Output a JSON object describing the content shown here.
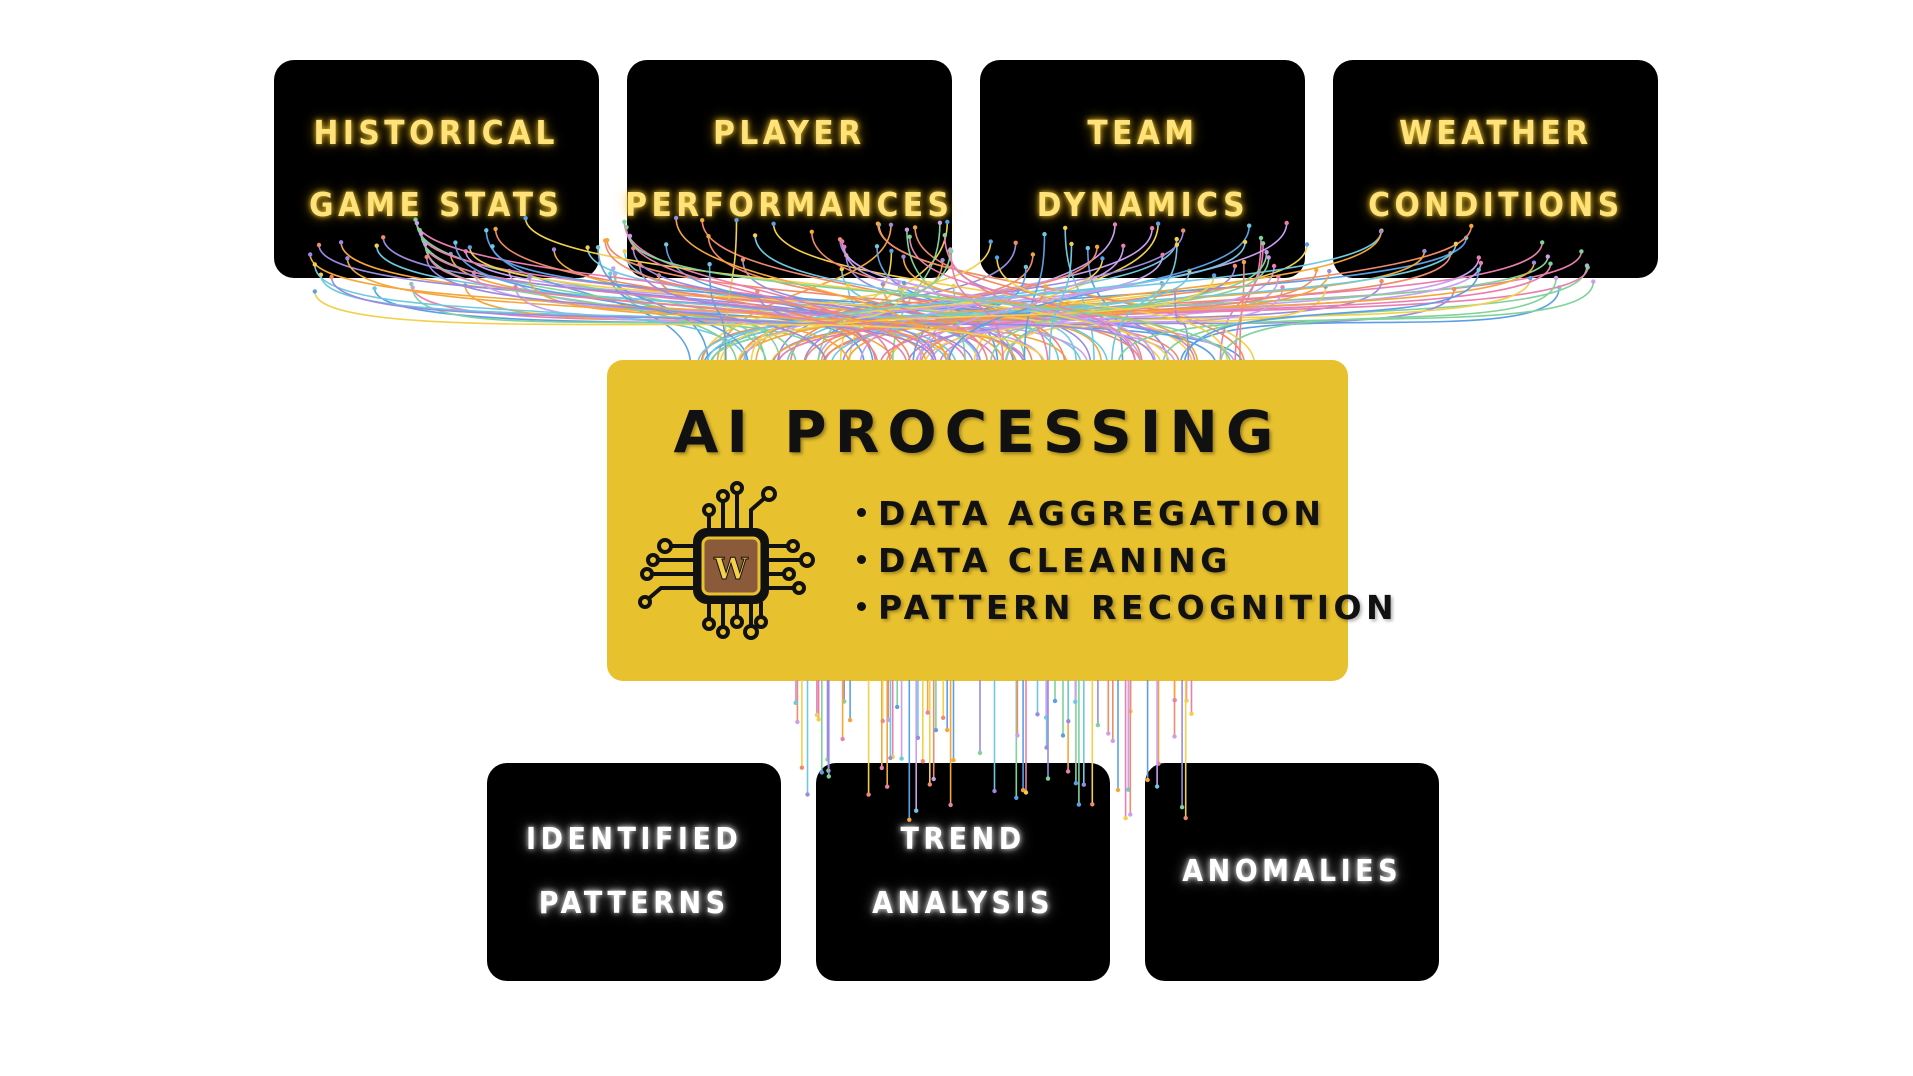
{
  "sources": [
    {
      "lines": [
        "HISTORICAL",
        "GAME STATS"
      ]
    },
    {
      "lines": [
        "PLAYER",
        "PERFORMANCES"
      ]
    },
    {
      "lines": [
        "TEAM",
        "DYNAMICS"
      ]
    },
    {
      "lines": [
        "WEATHER",
        "CONDITIONS"
      ]
    }
  ],
  "center": {
    "title": "AI PROCESSING",
    "steps": [
      "DATA AGGREGATION",
      "DATA CLEANING",
      "PATTERN RECOGNITION"
    ],
    "chip_letter": "W"
  },
  "outputs": [
    {
      "lines": [
        "IDENTIFIED",
        "PATTERNS"
      ]
    },
    {
      "lines": [
        "TREND",
        "ANALYSIS"
      ]
    },
    {
      "lines": [
        "ANOMALIES"
      ]
    }
  ],
  "colors": {
    "source_text": "#ffe27a",
    "center_bg": "#e8c12f",
    "output_text": "#ffffff",
    "wires": [
      "#f4a63a",
      "#6ec9e0",
      "#e87fb0",
      "#9a8be0",
      "#f2d04a",
      "#7fd39a",
      "#f08a6a",
      "#5aa0e6",
      "#c9a0f0"
    ]
  }
}
